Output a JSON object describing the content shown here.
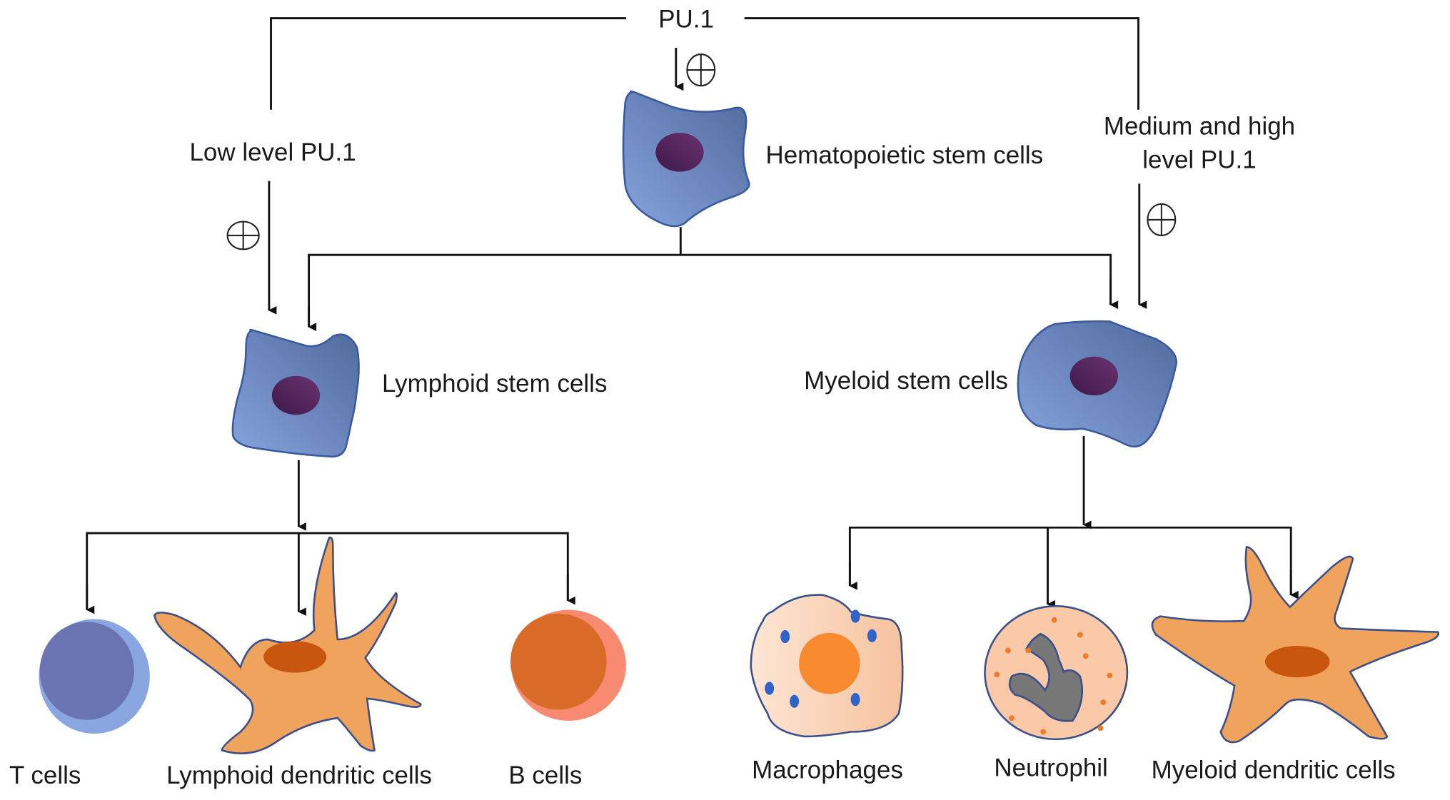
{
  "title": "PU.1 regulation of hematopoietic differentiation",
  "regulator": "PU.1",
  "branches": {
    "left_label": "Low level PU.1",
    "right_label_line1": "Medium and high",
    "right_label_line2": "level PU.1"
  },
  "symbols": {
    "positive_regulation": "⊕"
  },
  "cells": {
    "hsc": "Hematopoietic stem cells",
    "lymphoid_stem": "Lymphoid stem cells",
    "myeloid_stem": "Myeloid stem cells",
    "t_cells": "T cells",
    "lymphoid_dc": "Lymphoid dendritic cells",
    "b_cells": "B cells",
    "macrophages": "Macrophages",
    "neutrophil": "Neutrophil",
    "myeloid_dc": "Myeloid dendritic cells"
  },
  "colors": {
    "stem_cell_light": "#86a3dc",
    "stem_cell_dark": "#4f6a9c",
    "nucleus": "#5a2a64",
    "t_cell_outer": "#8aa6e0",
    "t_cell_inner": "#6a74b2",
    "b_cell_outer": "#f88a72",
    "b_cell_inner": "#d96a28",
    "dendritic": "#f0a35c",
    "dendritic_nucleus": "#c8560e",
    "macrophage_body": "#f8cba8",
    "macrophage_nucleus": "#f78a2e",
    "granule_blue": "#2f63c8",
    "neutrophil_body": "#f9c9a8",
    "neutrophil_nucleus": "#777777",
    "granule_orange": "#f07a2a"
  }
}
